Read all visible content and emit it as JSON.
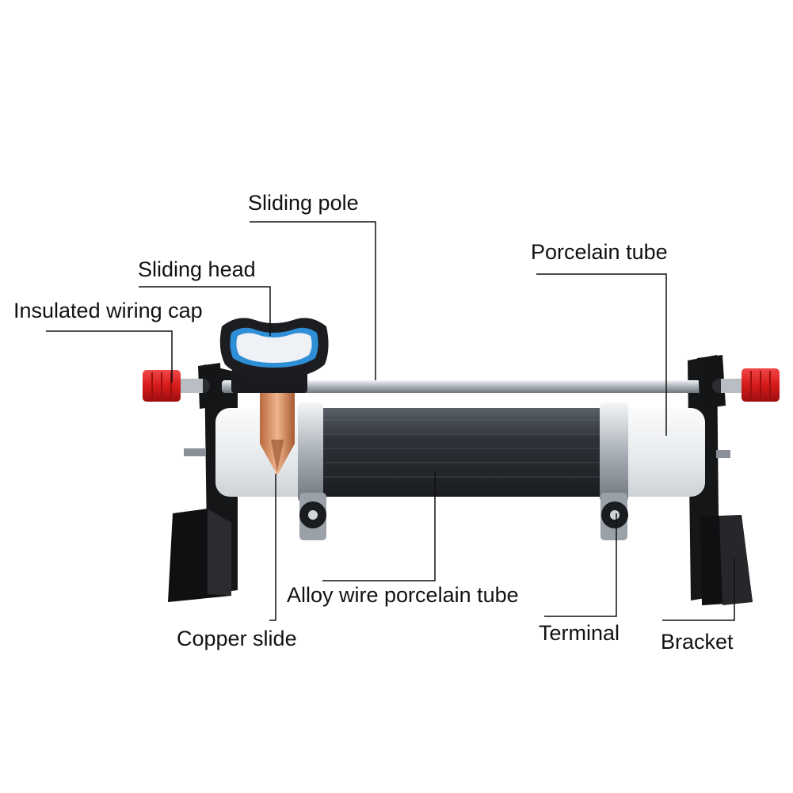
{
  "labels": {
    "sliding_pole": "Sliding pole",
    "sliding_head": "Sliding head",
    "porcelain_tube": "Porcelain tube",
    "insulated_wiring_cap": "Insulated wiring cap",
    "alloy_wire_porcelain_tube": "Alloy wire porcelain tube",
    "copper_slide": "Copper slide",
    "terminal": "Terminal",
    "bracket": "Bracket"
  },
  "colors": {
    "background": "#ffffff",
    "leader_line": "#111111",
    "cap_red": "#d61a1a",
    "head_blue": "#2e8fd6",
    "copper": "#d58a5a",
    "coil": "#2e3238",
    "porcelain": "#eef0f1",
    "bracket": "#111214",
    "steel": "#c4c9ce"
  }
}
